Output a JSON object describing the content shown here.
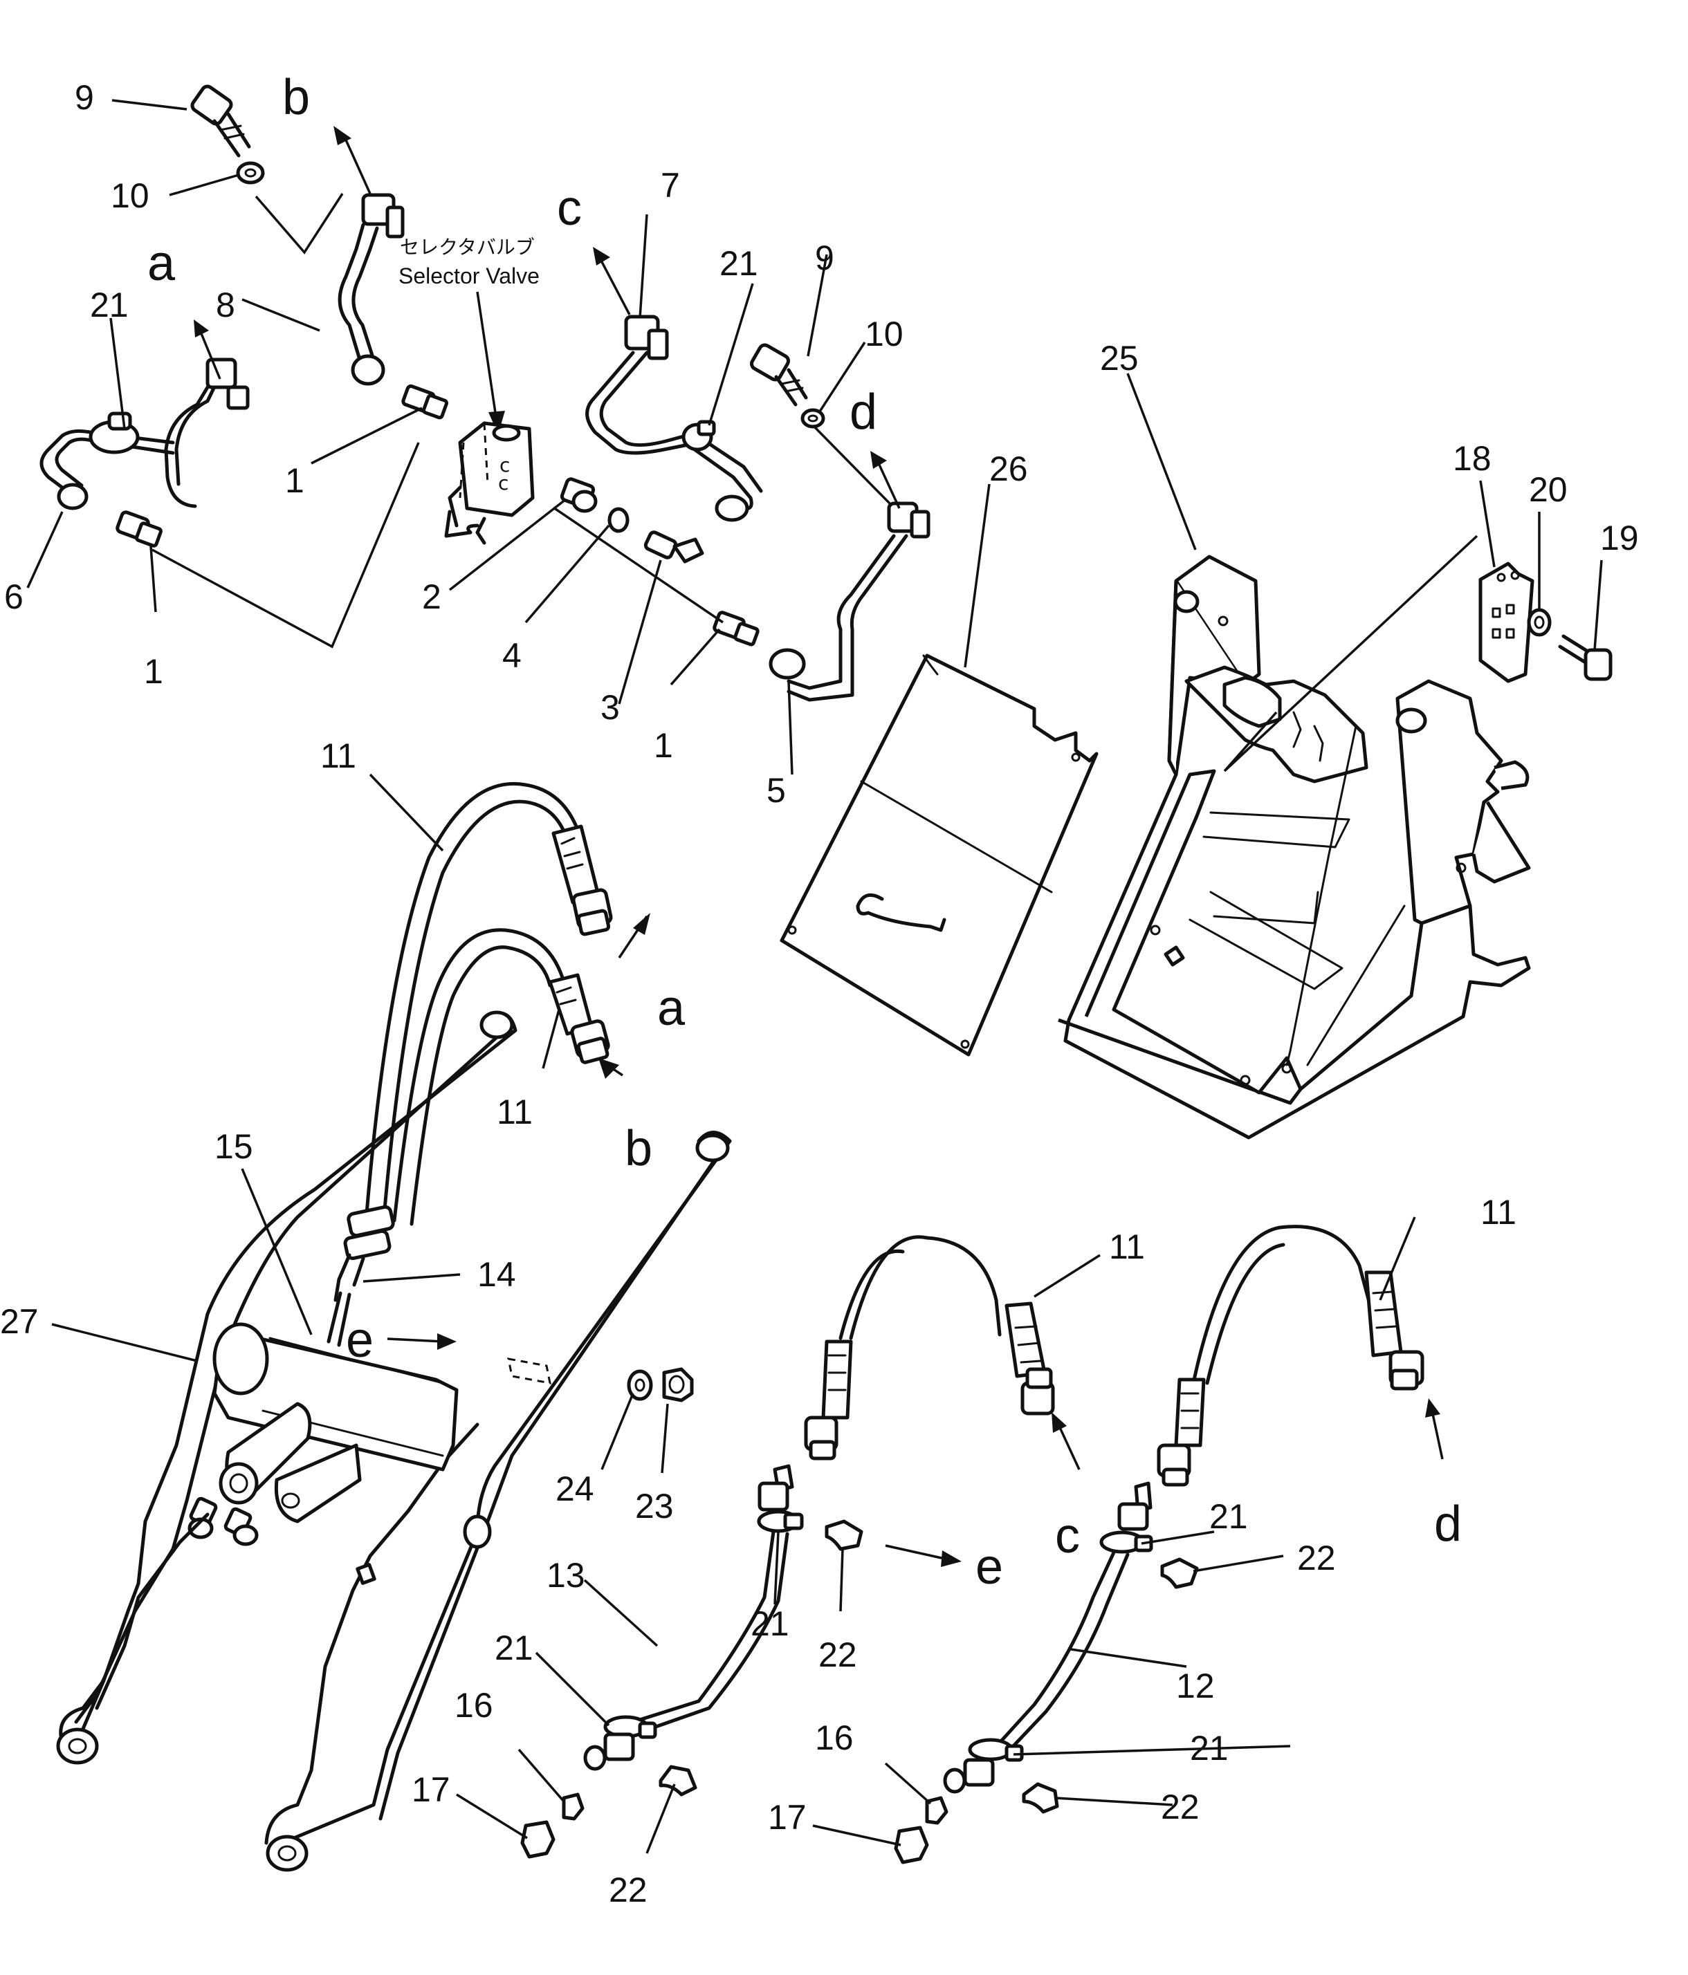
{
  "annotation": {
    "japanese": "セレクタバルブ",
    "english": "Selector Valve"
  },
  "flow_labels": [
    "a",
    "b",
    "c",
    "d",
    "e"
  ],
  "part_numbers": [
    "1",
    "2",
    "3",
    "4",
    "5",
    "6",
    "7",
    "8",
    "9",
    "10",
    "11",
    "12",
    "13",
    "14",
    "15",
    "16",
    "17",
    "18",
    "19",
    "20",
    "21",
    "22",
    "23",
    "24",
    "25",
    "26",
    "27"
  ],
  "callouts": [
    {
      "id": "9a",
      "text": "9"
    },
    {
      "id": "10a",
      "text": "10"
    },
    {
      "id": "b1",
      "text": "b"
    },
    {
      "id": "21a",
      "text": "21"
    },
    {
      "id": "a1",
      "text": "a"
    },
    {
      "id": "8",
      "text": "8"
    },
    {
      "id": "6",
      "text": "6"
    },
    {
      "id": "1a",
      "text": "1"
    },
    {
      "id": "1b",
      "text": "1"
    },
    {
      "id": "2",
      "text": "2"
    },
    {
      "id": "4",
      "text": "4"
    },
    {
      "id": "3",
      "text": "3"
    },
    {
      "id": "1c",
      "text": "1"
    },
    {
      "id": "5",
      "text": "5"
    },
    {
      "id": "c1",
      "text": "c"
    },
    {
      "id": "7",
      "text": "7"
    },
    {
      "id": "21b",
      "text": "21"
    },
    {
      "id": "9b",
      "text": "9"
    },
    {
      "id": "10b",
      "text": "10"
    },
    {
      "id": "d1",
      "text": "d"
    },
    {
      "id": "25",
      "text": "25"
    },
    {
      "id": "26",
      "text": "26"
    },
    {
      "id": "18",
      "text": "18"
    },
    {
      "id": "20",
      "text": "20"
    },
    {
      "id": "19",
      "text": "19"
    },
    {
      "id": "11a",
      "text": "11"
    },
    {
      "id": "a2",
      "text": "a"
    },
    {
      "id": "11b",
      "text": "11"
    },
    {
      "id": "b2",
      "text": "b"
    },
    {
      "id": "15",
      "text": "15"
    },
    {
      "id": "14",
      "text": "14"
    },
    {
      "id": "27",
      "text": "27"
    },
    {
      "id": "e1",
      "text": "e"
    },
    {
      "id": "24",
      "text": "24"
    },
    {
      "id": "23",
      "text": "23"
    },
    {
      "id": "11c",
      "text": "11"
    },
    {
      "id": "11d",
      "text": "11"
    },
    {
      "id": "c2",
      "text": "c"
    },
    {
      "id": "d2",
      "text": "d"
    },
    {
      "id": "13",
      "text": "13"
    },
    {
      "id": "21c",
      "text": "21"
    },
    {
      "id": "21d",
      "text": "21"
    },
    {
      "id": "22a",
      "text": "22"
    },
    {
      "id": "e2",
      "text": "e"
    },
    {
      "id": "21e",
      "text": "21"
    },
    {
      "id": "22b",
      "text": "22"
    },
    {
      "id": "12",
      "text": "12"
    },
    {
      "id": "16a",
      "text": "16"
    },
    {
      "id": "17a",
      "text": "17"
    },
    {
      "id": "22c",
      "text": "22"
    },
    {
      "id": "16b",
      "text": "16"
    },
    {
      "id": "21f",
      "text": "21"
    },
    {
      "id": "17b",
      "text": "17"
    },
    {
      "id": "22d",
      "text": "22"
    }
  ]
}
